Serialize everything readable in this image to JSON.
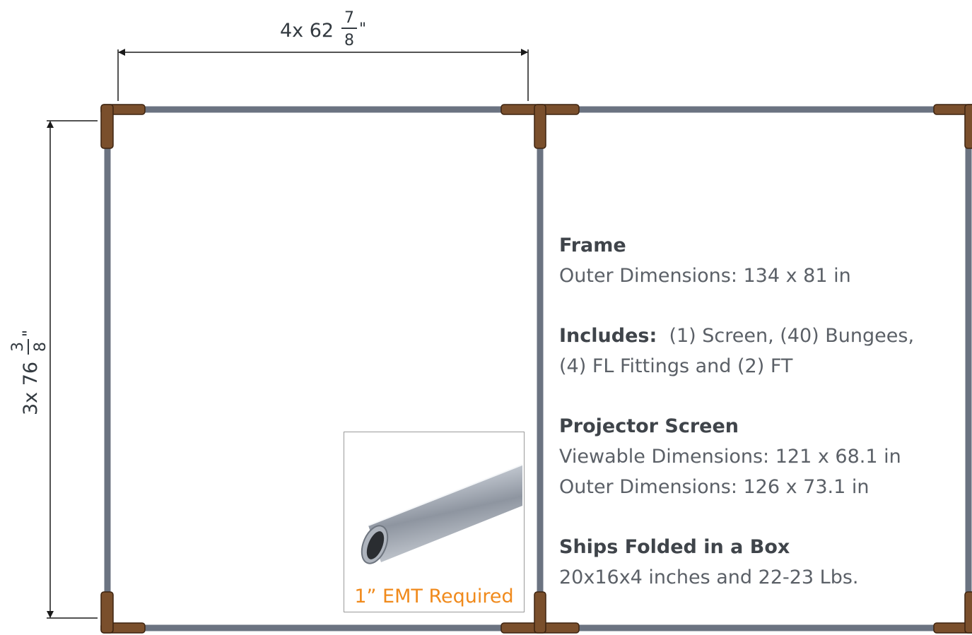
{
  "dimensions": {
    "horizontal": {
      "prefix": "4x 62",
      "numerator": "7",
      "denominator": "8",
      "unit": "\""
    },
    "vertical": {
      "prefix": "3x 76",
      "numerator": "3",
      "denominator": "8",
      "unit": "\""
    }
  },
  "specs": {
    "frame": {
      "title": "Frame",
      "outer_dimensions": "Outer Dimensions:  134 x 81 in"
    },
    "includes": {
      "label": "Includes:",
      "line1": "(1) Screen, (40) Bungees,",
      "line2": "(4) FL Fittings and (2) FT"
    },
    "projector_screen": {
      "title": "Projector Screen",
      "viewable_dimensions": "Viewable Dimensions:  121 x 68.1 in",
      "outer_dimensions": "Outer Dimensions:  126 x 73.1 in"
    },
    "shipping": {
      "title": "Ships Folded in a Box",
      "details": "20x16x4 inches and 22-23 Lbs."
    }
  },
  "inset": {
    "caption": "1” EMT Required"
  },
  "colors": {
    "pipe": "#6b7381",
    "fitting": "#7a4f2c",
    "dimension_line": "#1a1a1a",
    "caption": "#f08a1c",
    "text": "#5b6067"
  }
}
